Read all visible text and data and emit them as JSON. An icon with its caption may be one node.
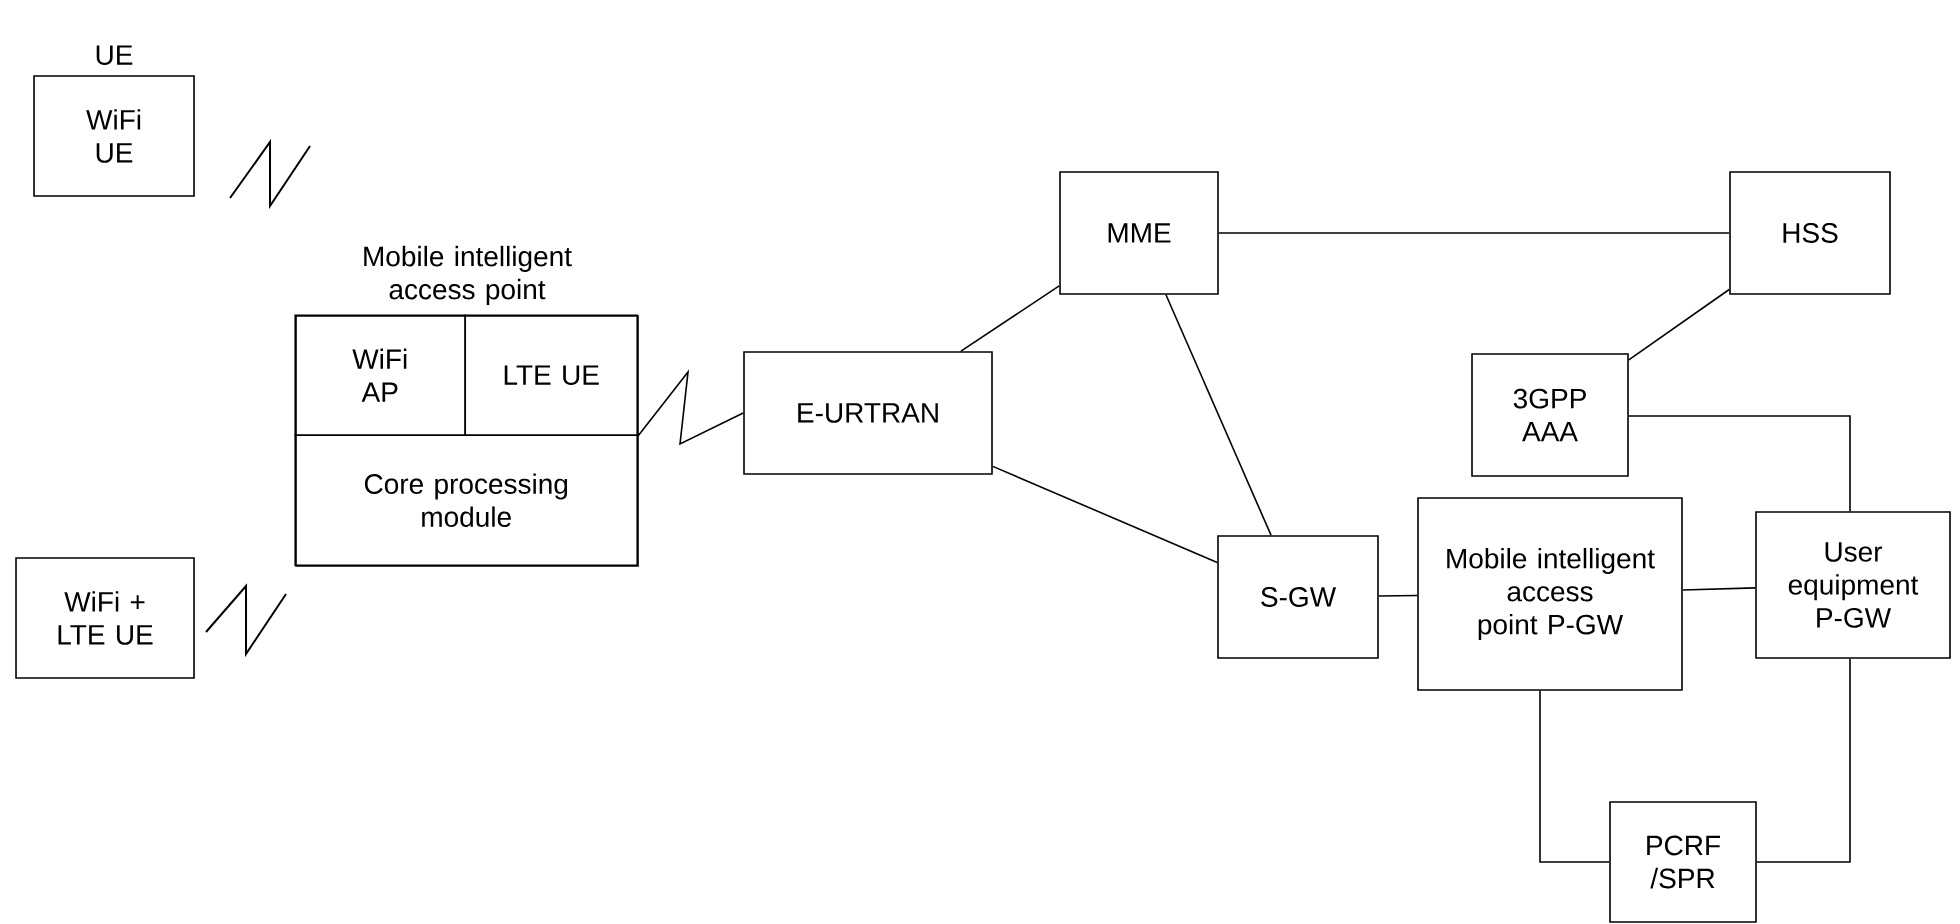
{
  "diagram": {
    "nodes": [
      {
        "text": [
          "UE",
          "WiFi UE"
        ]
      },
      {
        "text": [
          "Mobile intelligent access point"
        ]
      },
      {
        "text": [
          "WiFi AP"
        ],
        "in": 1
      },
      {
        "text": [
          "LTE UE"
        ],
        "in": 1
      },
      {
        "text": [
          "Core processing module"
        ],
        "in": 1
      },
      {
        "text": [
          "WiFi + LTE UE"
        ]
      },
      {
        "text": [
          "E-URTRAN"
        ]
      },
      {
        "text": [
          "MME"
        ]
      },
      {
        "text": [
          "HSS"
        ]
      },
      {
        "text": [
          "3GPP AAA"
        ]
      },
      {
        "text": [
          "S-GW"
        ]
      },
      {
        "text": [
          "Mobile intelligent access point P-GW"
        ]
      },
      {
        "text": [
          "User equipment P-GW"
        ]
      },
      {
        "text": [
          "PCRF /SPR"
        ]
      }
    ],
    "edges": [
      {
        "from": 3,
        "to": 6,
        "arrow": "none"
      },
      {
        "from": 6,
        "to": 7,
        "arrow": "none"
      },
      {
        "from": 7,
        "to": 8,
        "arrow": "none"
      },
      {
        "from": 7,
        "to": 10,
        "arrow": "none"
      },
      {
        "from": 8,
        "to": 9,
        "arrow": "none"
      },
      {
        "from": 9,
        "to": 12,
        "arrow": "none"
      },
      {
        "from": 6,
        "to": 10,
        "arrow": "none"
      },
      {
        "from": 10,
        "to": 11,
        "arrow": "none"
      },
      {
        "from": 11,
        "to": 12,
        "arrow": "none"
      },
      {
        "from": 11,
        "to": 13,
        "arrow": "none"
      },
      {
        "from": 12,
        "to": 13,
        "arrow": "none"
      }
    ]
  }
}
